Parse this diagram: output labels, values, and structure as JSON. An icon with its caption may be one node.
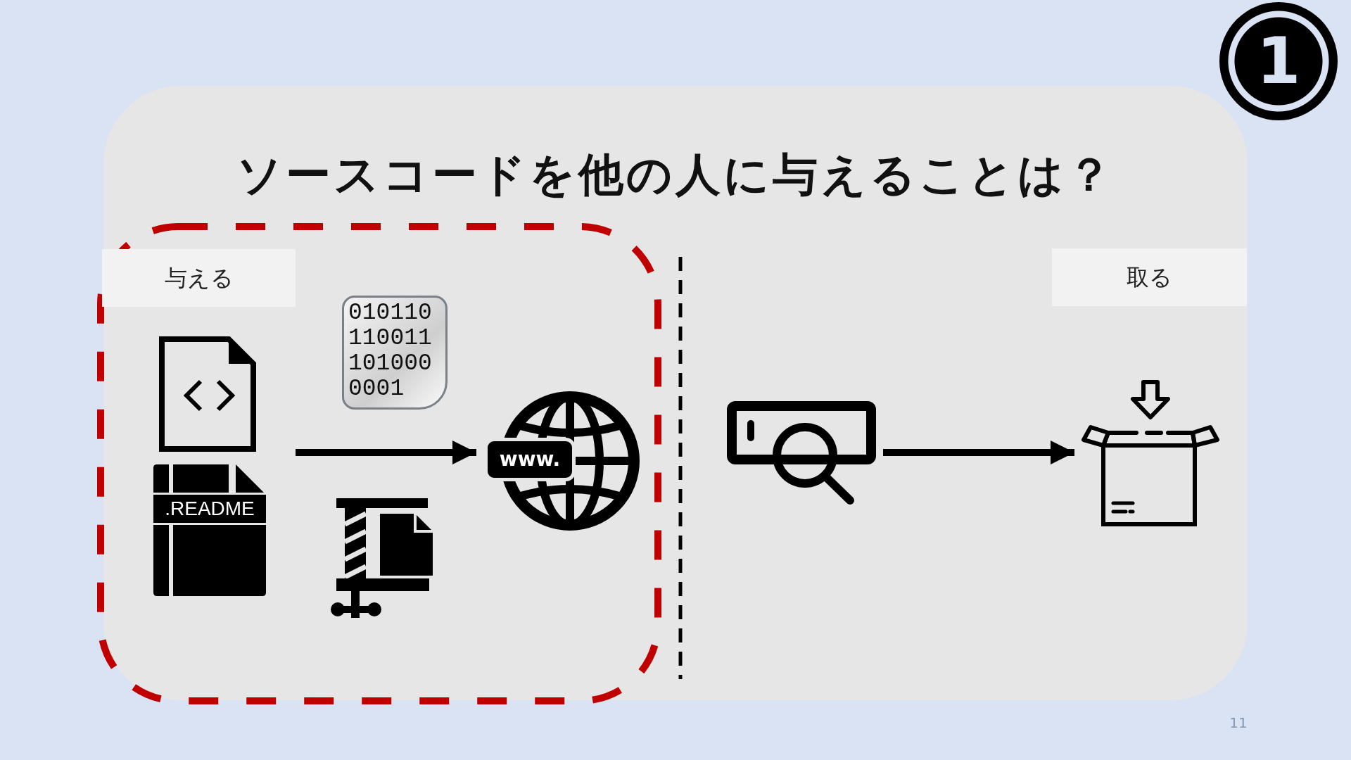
{
  "diagram": {
    "title": "ソースコードを他の人に与えることは？",
    "nodes": [
      {
        "text": [
          "与える"
        ]
      },
      {
        "text": [
          "取る"
        ]
      },
      {
        "text": [
          ".README"
        ]
      },
      {
        "text": [
          "www."
        ]
      },
      {
        "text": [],
        "shape": "picture"
      },
      {
        "text": [],
        "shape": "picture"
      }
    ],
    "edges": [
      {
        "from": 2,
        "to": 3,
        "arrow": "to"
      },
      {
        "from": 4,
        "to": 5,
        "arrow": "to"
      }
    ],
    "labels": [
      "1",
      "010110 110011 101000 0001",
      "11"
    ]
  }
}
